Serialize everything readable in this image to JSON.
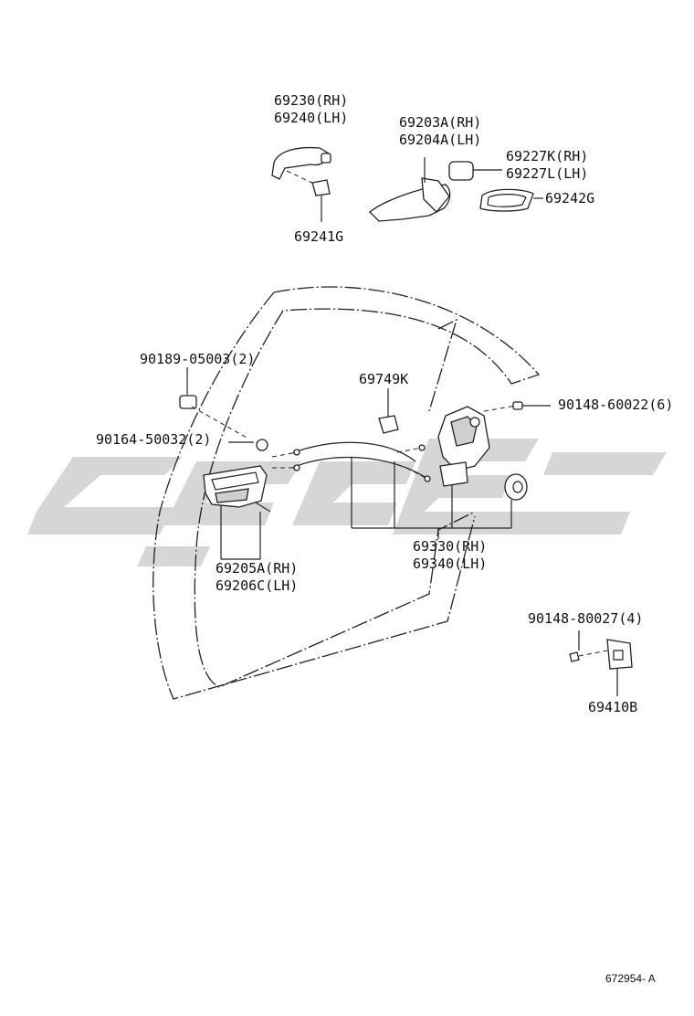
{
  "labels": {
    "p69230": "69230(RH)",
    "p69240": "69240(LH)",
    "p69241G": "69241G",
    "p69203A": "69203A(RH)",
    "p69204A": "69204A(LH)",
    "p69227K": "69227K(RH)",
    "p69227L": "69227L(LH)",
    "p69242G": "69242G",
    "p90189": "90189-05003(2)",
    "p90164": "90164-50032(2)",
    "p69749K": "69749K",
    "p90148a": "90148-60022(6)",
    "p69330": "69330(RH)",
    "p69340": "69340(LH)",
    "p69205A": "69205A(RH)",
    "p69206C": "69206C(LH)",
    "p90148b": "90148-80027(4)",
    "p69410B": "69410B"
  },
  "footer": {
    "code": "672954- A"
  },
  "colors": {
    "watermark": "#cfcfcf",
    "ink": "#222222"
  }
}
